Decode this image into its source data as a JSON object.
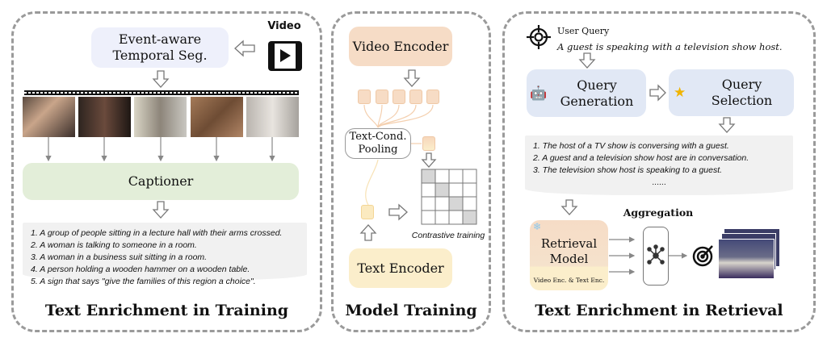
{
  "training_enrichment": {
    "title": "Text Enrichment in Training",
    "video_label": "Video",
    "segmenter_label": "Event-aware Temporal Seg.",
    "captioner_label": "Captioner",
    "captions": [
      "1. A group of people sitting in a lecture hall with their arms crossed.",
      "2. A woman is talking to someone in a room.",
      "3. A woman in a business suit sitting in a room.",
      "4. A person holding a wooden hammer on a wooden table.",
      "5. A sign that says \"give the families of this region a choice\"."
    ]
  },
  "model_training": {
    "title": "Model Training",
    "video_encoder_label": "Video Encoder",
    "pooling_label": "Text-Cond. Pooling",
    "contrastive_label": "Contrastive training",
    "text_encoder_label": "Text Encoder"
  },
  "retrieval_enrichment": {
    "title": "Text Enrichment in Retrieval",
    "user_query_label": "User Query",
    "user_query": "A guest is speaking with a television show host.",
    "query_generation_label": "Query Generation",
    "query_selection_label": "Query Selection",
    "queries": [
      "1. The host of a TV show is conversing with a guest.",
      "2. A guest and a television show host are in conversation.",
      "3. The television show host is speaking to a guest.",
      "......"
    ],
    "aggregation_label": "Aggregation",
    "retrieval_model_label": "Retrieval Model",
    "retrieval_model_sub": "Video Enc. & Text Enc."
  },
  "colors": {
    "segmenter": "#eef0fb",
    "captioner": "#e3eed9",
    "video_encoder": "#f6dcc6",
    "text_encoder": "#fbeecb",
    "query_box": "#e1e8f5",
    "panel_border": "#9a9a9a"
  }
}
